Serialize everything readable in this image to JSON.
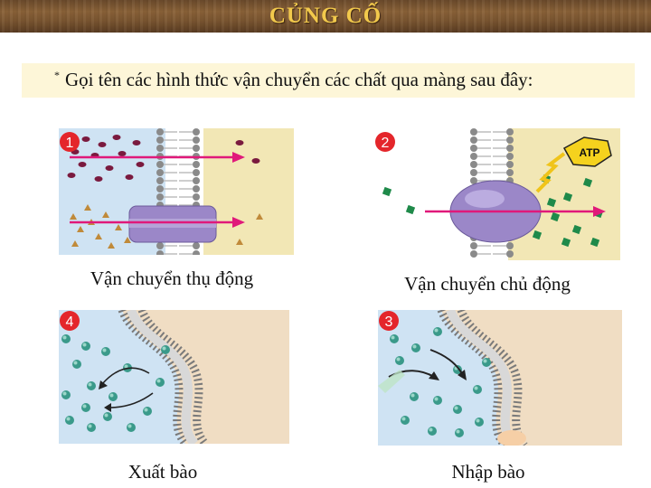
{
  "header": {
    "title": "CỦNG CỐ"
  },
  "question": {
    "bullet": "*",
    "text": "Gọi tên các hình thức vận chuyển các chất qua màng sau đây:"
  },
  "panels": [
    {
      "number": "1",
      "caption": "Vận chuyển thụ động"
    },
    {
      "number": "2",
      "badge": "ATP",
      "caption": "Vận chuyển chủ động"
    },
    {
      "number": "4",
      "caption": "Xuất bào"
    },
    {
      "number": "3",
      "caption": "Nhập bào"
    }
  ],
  "colors": {
    "title": "#f2c94c",
    "badge_red": "#e4262b",
    "arrow_pink": "#e0197a",
    "panel_blue": "#cfe3f3",
    "panel_cream": "#f2e7b5",
    "panel_tan": "#f0ddc3",
    "protein_purple": "#9b87c8"
  }
}
